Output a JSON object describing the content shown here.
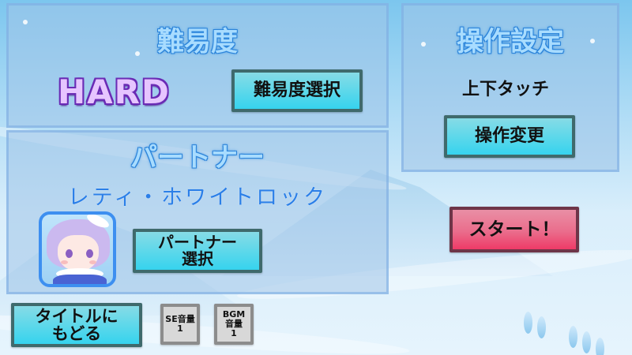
{
  "difficulty_panel": {
    "title": "難易度",
    "current_value": "HARD",
    "select_button_label": "難易度選択"
  },
  "controls_panel": {
    "title": "操作設定",
    "current_value": "上下タッチ",
    "change_button_label": "操作変更"
  },
  "partner_panel": {
    "title": "パートナー",
    "partner_name": "レティ・ホワイトロック",
    "select_button_label_line1": "パートナー",
    "select_button_label_line2": "選択"
  },
  "start_button_label": "スタート！",
  "bottom_bar": {
    "back_to_title_line1": "タイトルに",
    "back_to_title_line2": "もどる",
    "se_volume": {
      "label": "SE音量",
      "value": "1"
    },
    "bgm_volume": {
      "label_line1": "BGM",
      "label_line2": "音量",
      "value": "1"
    }
  },
  "colors": {
    "cyan_button": "#5ed8ea",
    "red_button": "#ea6d8c",
    "gray_button": "#d8d8d8",
    "hard_text": "#e6c5ff",
    "hard_outline": "#6a2bb5",
    "partner_name": "#2b7fe8",
    "panel_title": "#a8dcff"
  }
}
